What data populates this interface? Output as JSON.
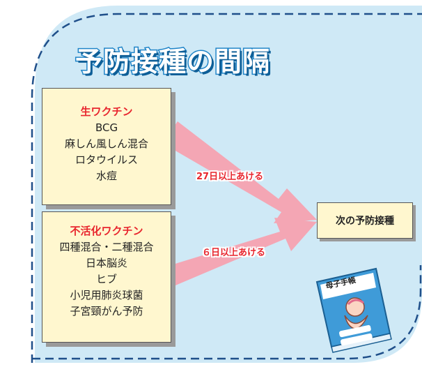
{
  "title": "予防接種の間隔",
  "live_vaccines": {
    "heading": "生ワクチン",
    "items": [
      "BCG",
      "麻しん風しん混合",
      "ロタウイルス",
      "水痘"
    ]
  },
  "inactivated_vaccines": {
    "heading": "不活化ワクチン",
    "items": [
      "四種混合・二種混合",
      "日本脳炎",
      "ヒブ",
      "小児用肺炎球菌",
      "子宮頸がん予防"
    ]
  },
  "live_interval": "27日以上あける",
  "inactivated_interval": "６日以上あける",
  "next_vaccination": "次の予防接種",
  "booklet_label": "母子手帳",
  "colors": {
    "panel_bg": "#cfe9f6",
    "dash": "#1f4f8a",
    "arrow": "#f4a6b4",
    "box_bg": "#fff7cf",
    "heading_red": "#e8262e",
    "title_outline": "#1f84c8"
  }
}
